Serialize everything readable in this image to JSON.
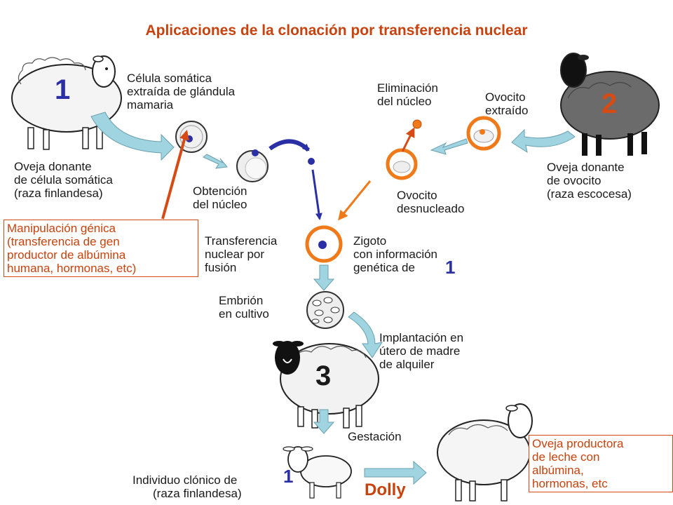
{
  "title": "Aplicaciones de la clonación por transferencia nuclear",
  "numbers": {
    "n1": "1",
    "n2": "2",
    "n3": "3"
  },
  "labels": {
    "somatic_cell": "Célula somática\nextraída de glándula\nmamaria",
    "donor1": "Oveja donante\nde célula somática\n(raza finlandesa)",
    "nucleus": "Obtención\ndel núcleo",
    "removal": "Eliminación\ndel núcleo",
    "oocyte": "Ovocito\nextraído",
    "donor2": "Oveja donante\nde ovocito\n(raza escocesa)",
    "enucleated": "Ovocito\ndesnucleado",
    "transfer": "Transferencia\nnuclear por\nfusión",
    "zygote": "Zigoto\ncon información\ngenética de",
    "zygote_num": "1",
    "embryo": "Embrión\nen cultivo",
    "implant": "Implantación en\nútero de madre\nde alquiler",
    "gestation": "Gestación",
    "clone": "Individuo clónico de",
    "clone_num": "1",
    "clone_breed": "(raza finlandesa)",
    "dolly": "Dolly"
  },
  "boxes": {
    "gene": "Manipulación génica\n(transferencia de gen\nproductor de albúmina\nhumana, hormonas, etc)",
    "producer": "Oveja productora\nde leche con\nalbúmina,\nhormonas, etc"
  },
  "colors": {
    "accent": "#c8420e",
    "blue": "#2b2fa6",
    "orange": "#f07a1a",
    "arrow_fill": "#9fd4e0"
  }
}
